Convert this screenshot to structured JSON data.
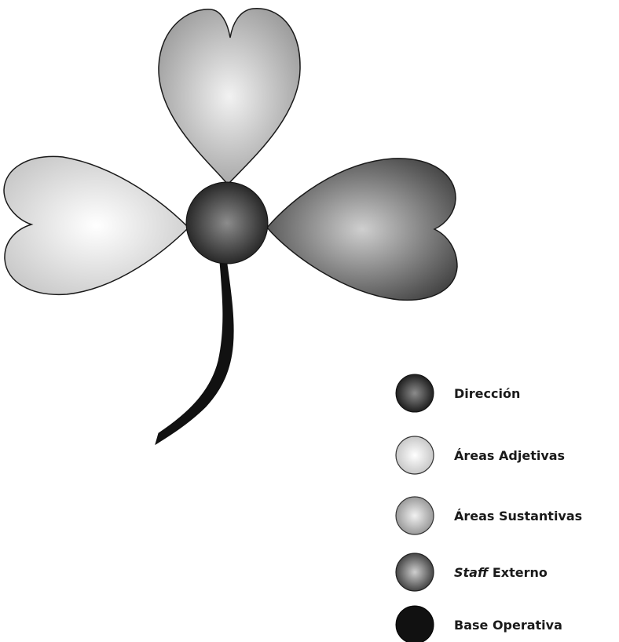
{
  "diagram": {
    "parts": {
      "center": {
        "name": "Dirección",
        "color": "#1f1f1f",
        "highlight": "#8c8c8c"
      },
      "left_leaf": {
        "name": "Áreas Adjetivas",
        "color": "#c8c8c8",
        "highlight": "#ffffff"
      },
      "top_leaf": {
        "name": "Áreas Sustantivas",
        "color": "#9a9a9a",
        "highlight": "#f2f2f2"
      },
      "right_leaf": {
        "name": "Staff Externo",
        "color": "#454545",
        "highlight": "#cfcfcf"
      },
      "stem": {
        "name": "Base Operativa",
        "color": "#111111"
      }
    }
  },
  "legend": {
    "items": [
      {
        "label": "Dirección",
        "icon": "dark-sphere-icon",
        "color": "#1f1f1f",
        "highlight": "#8c8c8c"
      },
      {
        "label": "Áreas Adjetivas",
        "icon": "light-sphere-icon",
        "color": "#c8c8c8",
        "highlight": "#ffffff"
      },
      {
        "label": "Áreas Sustantivas",
        "icon": "mid-sphere-icon",
        "color": "#9a9a9a",
        "highlight": "#f2f2f2"
      },
      {
        "label_em": "Staff",
        "label_rest": " Externo",
        "icon": "darkmid-sphere-icon",
        "color": "#454545",
        "highlight": "#cfcfcf"
      },
      {
        "label": "Base Operativa",
        "icon": "black-circle-icon",
        "color": "#111111",
        "highlight": "#111111"
      }
    ]
  }
}
